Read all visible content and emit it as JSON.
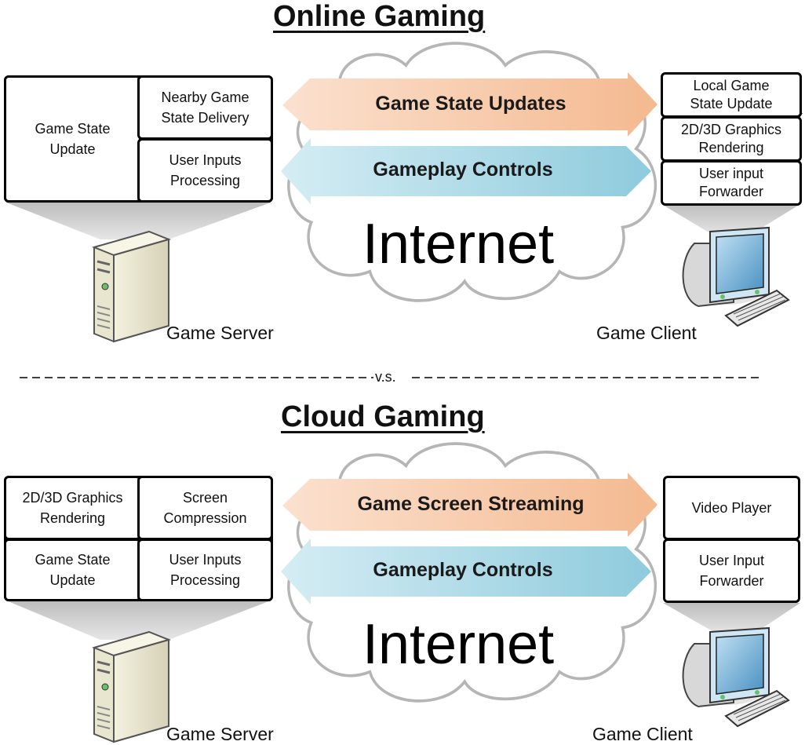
{
  "online": {
    "title": "Online Gaming",
    "server_boxes": {
      "state_update": [
        "Game State",
        "Update"
      ],
      "nearby_delivery": [
        "Nearby Game",
        "State Delivery"
      ],
      "inputs_processing": [
        "User Inputs",
        "Processing"
      ]
    },
    "client_boxes": {
      "local_update": [
        "Local Game",
        "State Update"
      ],
      "rendering": [
        "2D/3D Graphics",
        "Rendering"
      ],
      "forwarder": [
        "User input",
        "Forwarder"
      ]
    },
    "arrow_top": "Game State Updates",
    "arrow_bottom": "Gameplay Controls",
    "internet": "Internet",
    "server_caption": "Game Server",
    "client_caption": "Game Client"
  },
  "separator": "v.s.",
  "cloud": {
    "title": "Cloud Gaming",
    "server_boxes": {
      "rendering": [
        "2D/3D Graphics",
        "Rendering"
      ],
      "compression": [
        "Screen",
        "Compression"
      ],
      "state_update": [
        "Game State",
        "Update"
      ],
      "inputs_processing": [
        "User Inputs",
        "Processing"
      ]
    },
    "client_boxes": {
      "video_player": [
        "Video Player"
      ],
      "forwarder": [
        "User Input",
        "Forwarder"
      ]
    },
    "arrow_top": "Game Screen Streaming",
    "arrow_bottom": "Gameplay Controls",
    "internet": "Internet",
    "server_caption": "Game Server",
    "client_caption": "Game Client"
  },
  "colors": {
    "arrow_orange": "#f6c6a4",
    "arrow_orange_light": "#fbe3d1",
    "arrow_blue": "#9fd1e0",
    "arrow_blue_light": "#d2ebf2",
    "cloud_stroke": "#b5b5b5",
    "projection": "#c9c9c9"
  }
}
